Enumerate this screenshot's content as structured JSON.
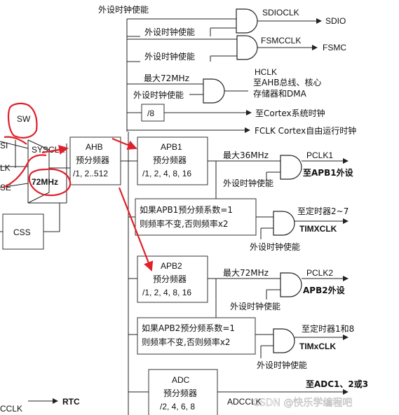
{
  "colors": {
    "annotation_red": "#e0202a",
    "line": "#222222",
    "watermark": "#ffffff"
  },
  "labels": {
    "periph_enable": "外设时钟使能",
    "sdioclk": "SDIOCLK",
    "sdio": "SDIO",
    "fsmcclk": "FSMCCLK",
    "fsmc": "FSMC",
    "max72": "最大72MHz",
    "hclk": "HCLK",
    "hclk_dest1": "至AHB总线、核心",
    "hclk_dest2": "存储器和DMA",
    "div8": "/8",
    "cortex_sys": "至Cortex系统时钟",
    "fclk": "FCLK Cortex自由运行时钟",
    "sw": "SW",
    "sysclk": "SYSCLK",
    "freq72": "72MHz",
    "si": "SI",
    "lk": "LK",
    "se": "SE",
    "css": "CSS",
    "ahb_title": "AHB",
    "ahb_line2": "预分频器",
    "ahb_line3": "/1, 2..512",
    "apb1_title": "APB1",
    "apb1_line2": "预分频器",
    "apb1_line3": "/1, 2, 4, 8, 16",
    "max36": "最大36MHz",
    "pclk1": "PCLK1",
    "to_apb1": "至APB1外设",
    "apb1_cond1": "如果APB1预分频系数=1",
    "apb1_cond2": "则频率不变,否则频率x2",
    "timer27": "至定时器2~7",
    "timxclk_a": "TIMXCLK",
    "apb2_title": "APB2",
    "apb2_line2": "预分频器",
    "apb2_line3": "/1, 2, 4, 8, 16",
    "pclk2": "PCLK2",
    "to_apb2": "APB2外设",
    "apb2_cond1": "如果APB2预分频系数=1",
    "apb2_cond2": "则频率不变,否则频率x2",
    "timer18": "至定时器1和8",
    "timxclk_b": "TIMxCLK",
    "adc_title": "ADC",
    "adc_line2": "预分频器",
    "adc_line3": "/2, 4, 6, 8",
    "to_adc": "至ADC1、2或3",
    "adcclk": "ADCCLK",
    "rtc": "RTC",
    "cclk": "CCLK",
    "watermark": "CSDN @快乐学编程吧"
  }
}
